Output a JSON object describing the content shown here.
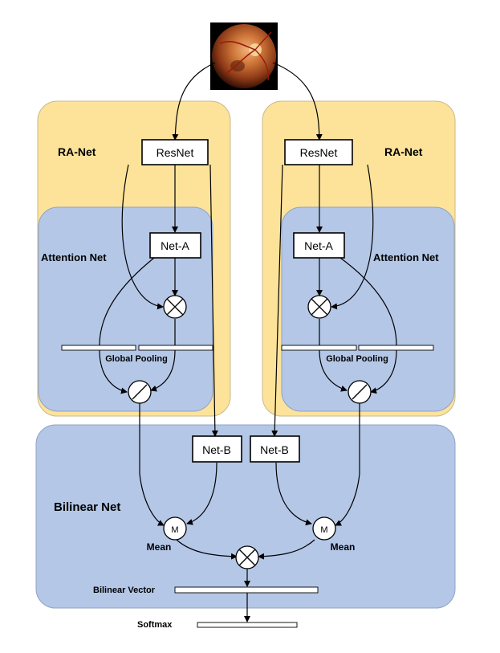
{
  "colors": {
    "ra_panel": "#fde39a",
    "ra_panel_stroke": "#c9b98a",
    "attention_panel": "#b4c7e7",
    "attention_stroke": "#8fa3c4",
    "box_fill": "#ffffff",
    "line": "#000000"
  },
  "input_image": {
    "icon": "fundus-retina-image"
  },
  "left": {
    "panel_label": "RA-Net",
    "attention_label": "Attention Net",
    "resnet": "ResNet",
    "net_a": "Net-A",
    "pooling_label": "Global Pooling",
    "net_b": "Net-B"
  },
  "right": {
    "panel_label": "RA-Net",
    "attention_label": "Attention Net",
    "resnet": "ResNet",
    "net_a": "Net-A",
    "pooling_label": "Global Pooling",
    "net_b": "Net-B"
  },
  "bilinear": {
    "label": "Bilinear Net",
    "mean_symbol": "M",
    "mean_label": "Mean",
    "vector_label": "Bilinear Vector"
  },
  "output": {
    "softmax_label": "Softmax"
  }
}
